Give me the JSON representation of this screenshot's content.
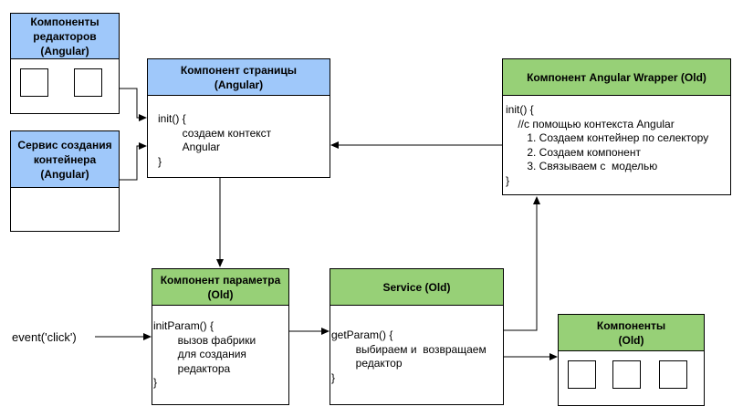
{
  "boxes": {
    "editors": {
      "title": "Компоненты\nредакторов\n(Angular)"
    },
    "container_service": {
      "title": "Сервис создания\nконтейнера\n(Angular)"
    },
    "page": {
      "title": "Компонент страницы\n(Angular)",
      "code": "init() {\n        создаем контекст\n        Angular\n}"
    },
    "wrapper": {
      "title": "Компонент Angular Wrapper (Old)",
      "code": "init() {\n    //с помощью контекста Angular\n       1. Создаем контейнер по селектору\n       2. Создаем компонент\n       3. Связываем с  моделью\n}"
    },
    "param": {
      "title": "Компонент параметра\n(Old)",
      "code": "initParam() {\n        вызов фабрики\n        для создания\n        редактора\n}"
    },
    "service": {
      "title": "Service (Old)",
      "code": "getParam() {\n        выбираем и  возвращаем\n        редактор\n}"
    },
    "components": {
      "title": "Компоненты\n(Old)"
    }
  },
  "event_label": "event('click')",
  "colors": {
    "blue_header": "#9fc8fa",
    "green_header": "#97d077",
    "border": "#000000"
  }
}
